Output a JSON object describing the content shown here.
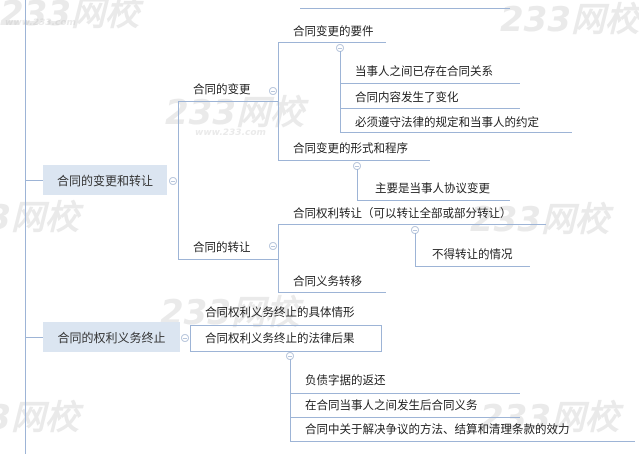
{
  "watermark": {
    "logo": "233网校",
    "url": "www.233.com"
  },
  "mindmap": {
    "branch1": {
      "label": "合同的变更和转让",
      "change": {
        "label": "合同的变更",
        "requirements": {
          "label": "合同变更的要件",
          "items": [
            "当事人之间已存在合同关系",
            "合同内容发生了变化",
            "必须遵守法律的规定和当事人的约定"
          ]
        },
        "form": {
          "label": "合同变更的形式和程序",
          "items": [
            "主要是当事人协议变更"
          ]
        }
      },
      "transfer": {
        "label": "合同的转让",
        "rights": {
          "label": "合同权利转让（可以转让全部或部分转让）",
          "items": [
            "不得转让的情况"
          ]
        },
        "obligations": {
          "label": "合同义务转移"
        }
      }
    },
    "branch2": {
      "label": "合同的权利义务终止",
      "situations": {
        "label": "合同权利义务终止的具体情形"
      },
      "consequences": {
        "label": "合同权利义务终止的法律后果",
        "items": [
          "负债字据的返还",
          "在合同当事人之间发生后合同义务",
          "合同中关于解决争议的方法、结算和清理条款的效力"
        ]
      }
    }
  }
}
